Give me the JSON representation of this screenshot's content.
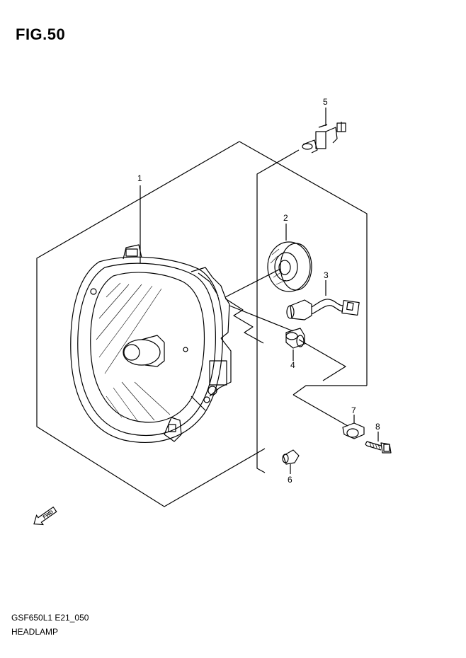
{
  "figure": {
    "title": "FIG.50",
    "code": "GSF650L1 E21_050",
    "name": "HEADLAMP"
  },
  "callouts": [
    {
      "number": "1",
      "part": "headlamp-assembly"
    },
    {
      "number": "2",
      "part": "socket-cover"
    },
    {
      "number": "3",
      "part": "bulb-socket-harness"
    },
    {
      "number": "4",
      "part": "grommet"
    },
    {
      "number": "5",
      "part": "headlamp-bulb"
    },
    {
      "number": "6",
      "part": "position-bulb"
    },
    {
      "number": "7",
      "part": "cushion"
    },
    {
      "number": "8",
      "part": "bolt"
    }
  ],
  "direction_label": "FWD",
  "icons": [
    "fwd-arrow-icon"
  ]
}
